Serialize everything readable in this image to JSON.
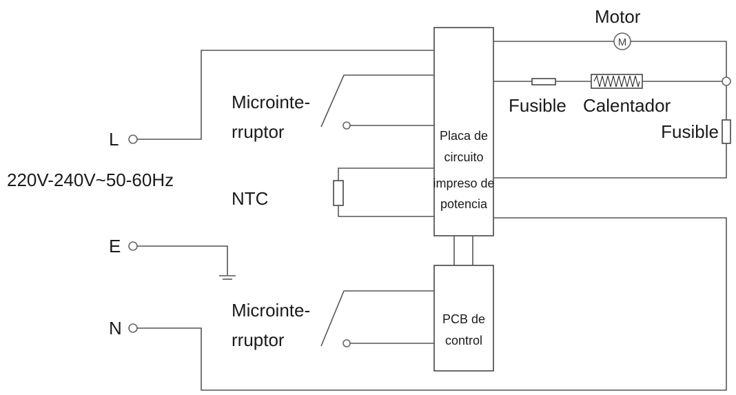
{
  "labels": {
    "motor": "Motor",
    "motor_symbol": "M",
    "fuse_top": "Fusible",
    "heater": "Calentador",
    "fuse_right": "Fusible",
    "microswitch_top_line1": "Microinte-",
    "microswitch_top_line2": "rruptor",
    "microswitch_bottom_line1": "Microinte-",
    "microswitch_bottom_line2": "rruptor",
    "terminal_l": "L",
    "terminal_e": "E",
    "terminal_n": "N",
    "voltage": "220V-240V~50-60Hz",
    "ntc": "NTC",
    "power_pcb_line1": "Placa de",
    "power_pcb_line2": "circuito",
    "power_pcb_line3": "impreso de",
    "power_pcb_line4": "potencia",
    "control_pcb_line1": "PCB de",
    "control_pcb_line2": "control"
  }
}
